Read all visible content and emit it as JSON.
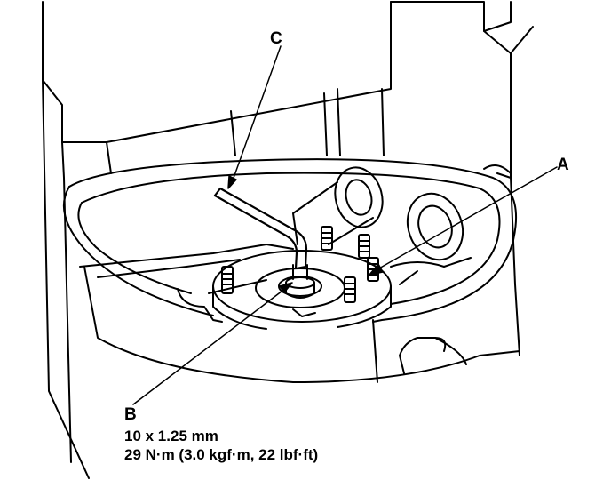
{
  "labels": {
    "a": "A",
    "b": "B",
    "c": "C"
  },
  "spec": {
    "line1": "10 x 1.25 mm",
    "line2": "29 N·m (3.0 kgf·m, 22 lbf·ft)"
  },
  "colors": {
    "ink": "#000000",
    "paper": "#ffffff"
  }
}
